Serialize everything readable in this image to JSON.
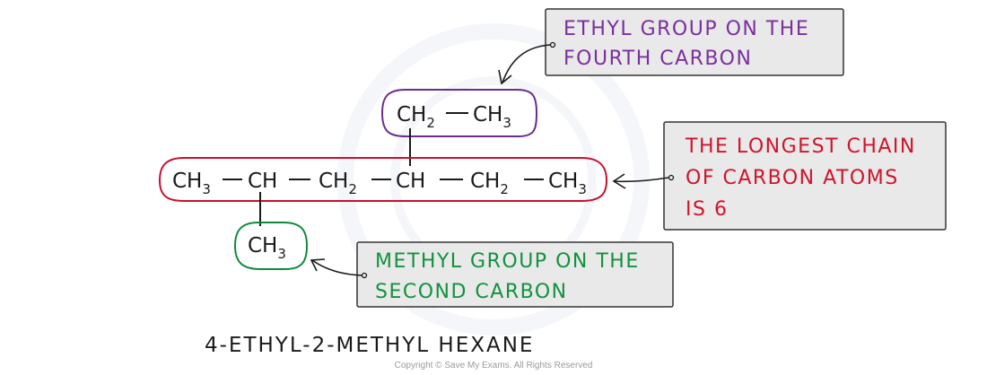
{
  "molecule": {
    "main_chain": [
      {
        "main": "CH",
        "sub": "3"
      },
      {
        "main": "CH",
        "sub": ""
      },
      {
        "main": "CH",
        "sub": "2"
      },
      {
        "main": "CH",
        "sub": ""
      },
      {
        "main": "CH",
        "sub": "2"
      },
      {
        "main": "CH",
        "sub": "3"
      }
    ],
    "ethyl": [
      {
        "main": "CH",
        "sub": "2"
      },
      {
        "main": "CH",
        "sub": "3"
      }
    ],
    "methyl": {
      "main": "CH",
      "sub": "3"
    }
  },
  "annotations": {
    "ethyl": {
      "lines": [
        "ETHYL GROUP ON THE",
        "FOURTH CARBON"
      ],
      "color": "#7b2fa0"
    },
    "chain": {
      "lines": [
        "THE LONGEST CHAIN",
        "OF CARBON ATOMS",
        "IS 6"
      ],
      "color": "#d0142c"
    },
    "methyl": {
      "lines": [
        "METHYL GROUP ON THE",
        "SECOND CARBON"
      ],
      "color": "#12923f"
    }
  },
  "compound_name": "4-ETHYL-2-METHYL HEXANE",
  "copyright": "Copyright © Save My Exams. All Rights Reserved",
  "colors": {
    "purple": "#6a2c91",
    "red": "#c8102e",
    "green": "#0f8a3c",
    "box_fill": "#e9e9e9"
  }
}
